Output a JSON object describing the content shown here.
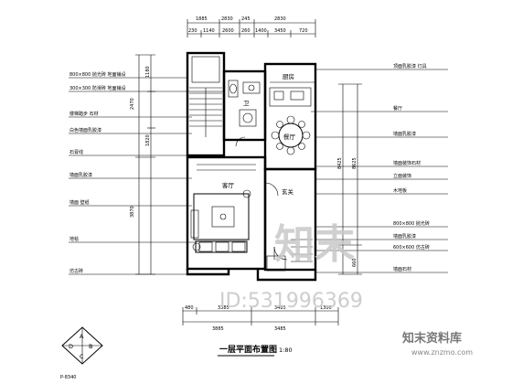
{
  "drawing": {
    "title": "一层平面布置图",
    "scale": "1:80",
    "sheet_code": "P-8340",
    "compass_letters": [
      "A",
      "B",
      "C",
      "D"
    ]
  },
  "dimensions": {
    "top_row1": [
      "1885",
      "2830",
      "245",
      "2830"
    ],
    "top_row2": [
      "230",
      "1140",
      "2600",
      "260",
      "1400",
      "3450",
      "720"
    ],
    "left": [
      "2470",
      "3870",
      "1180",
      "1820"
    ],
    "right": [
      "8425",
      "8625",
      "660"
    ],
    "bottom_row1": [
      "480",
      "3385",
      "3485",
      "1300"
    ],
    "bottom_row2": [
      "3885",
      "3485"
    ]
  },
  "left_labels": [
    "800×800 抛光砖 地面铺设",
    "300×300 防滑砖 地面铺设",
    "楼梯踏步 石材",
    "白色墙面乳胶漆",
    "石膏线",
    "墙面乳胶漆",
    "墙面 壁纸",
    "地毯",
    "仿古砖"
  ],
  "right_labels": [
    "顶面乳胶漆 灯具",
    "餐厅",
    "墙面乳胶漆",
    "墙面装饰石材",
    "立面装饰",
    "木地板",
    "800×800 抛光砖",
    "墙面乳胶漆",
    "600×600 仿古砖",
    "墙面石材"
  ],
  "room_labels": {
    "living": "客厅",
    "dining": "餐厅",
    "kitchen": "厨房",
    "entry": "玄关",
    "wc": "卫"
  },
  "watermarks": {
    "brand": "知末",
    "id": "ID:531996369",
    "site_cn": "知末资料库",
    "site_url": "www.znzmo.com"
  }
}
